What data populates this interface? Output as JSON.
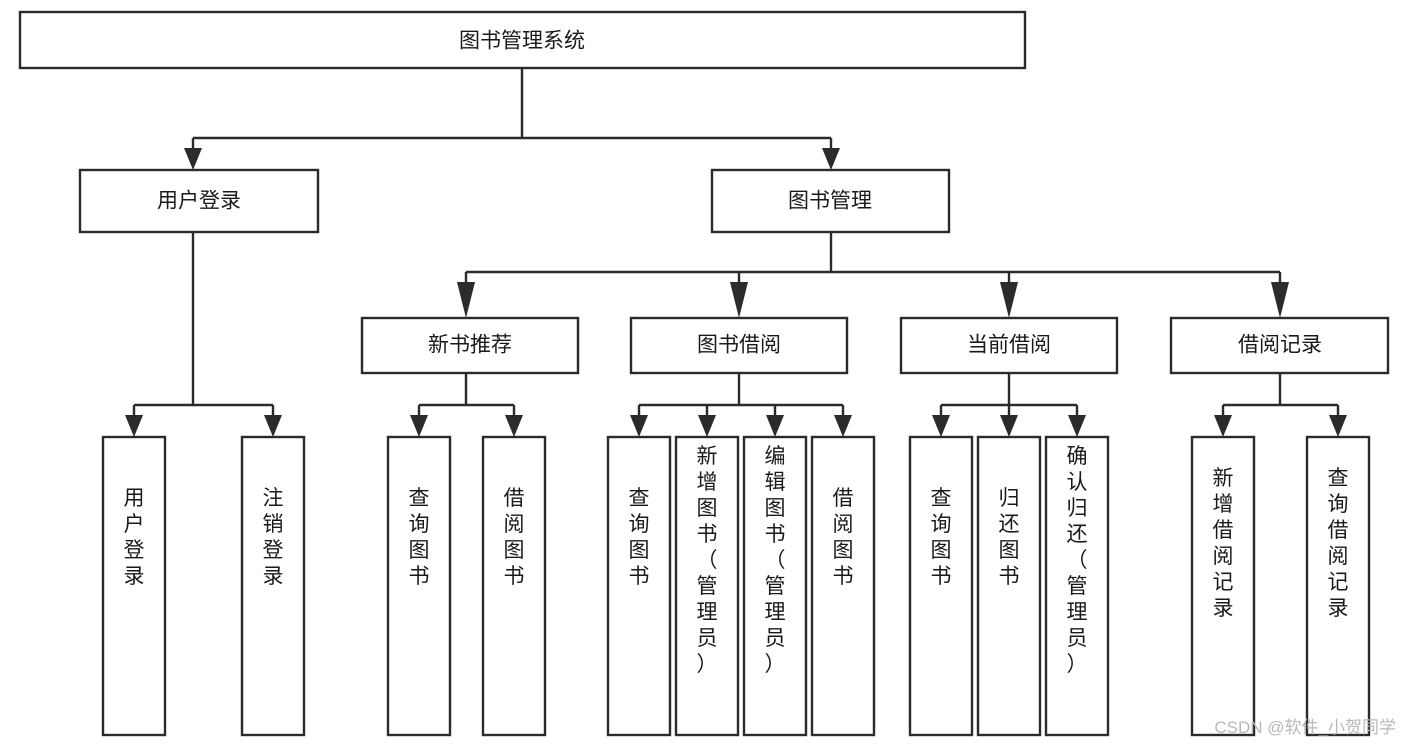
{
  "diagram": {
    "type": "tree-hierarchy",
    "title": "图书管理系统",
    "orientation": "top-down",
    "colors": {
      "box_stroke": "#2b2b2b",
      "box_fill": "#ffffff",
      "connector": "#2b2b2b",
      "text": "#1a1a1a",
      "watermark": "#b8b8b8",
      "background": "#ffffff"
    },
    "root": {
      "label": "图书管理系统"
    },
    "level2": [
      {
        "label": "用户登录"
      },
      {
        "label": "图书管理"
      }
    ],
    "level3": [
      {
        "label": "新书推荐"
      },
      {
        "label": "图书借阅"
      },
      {
        "label": "当前借阅"
      },
      {
        "label": "借阅记录"
      }
    ],
    "leaves": {
      "user_login": [
        {
          "label": "用户登录"
        },
        {
          "label": "注销登录"
        }
      ],
      "new_book_recommend": [
        {
          "label": "查询图书"
        },
        {
          "label": "借阅图书"
        }
      ],
      "book_borrow": [
        {
          "label": "查询图书"
        },
        {
          "label": "新增图书（管理员）"
        },
        {
          "label": "编辑图书（管理员）"
        },
        {
          "label": "借阅图书"
        }
      ],
      "current_borrow": [
        {
          "label": "查询图书"
        },
        {
          "label": "归还图书"
        },
        {
          "label": "确认归还（管理员）"
        }
      ],
      "borrow_record": [
        {
          "label": "新增借阅记录"
        },
        {
          "label": "查询借阅记录"
        }
      ]
    },
    "watermark": "CSDN @软件_小贺同学"
  }
}
